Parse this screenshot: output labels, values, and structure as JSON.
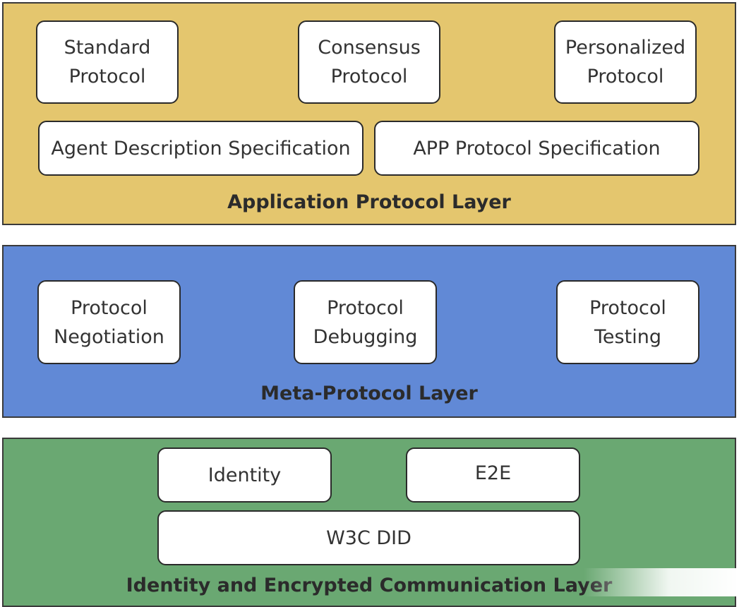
{
  "layers": {
    "application": {
      "label": "Application Protocol Layer",
      "boxes": {
        "standard": "Standard\nProtocol",
        "consensus": "Consensus\nProtocol",
        "personalized": "Personalized\nProtocol",
        "agent_desc": "Agent Description Specification",
        "app_spec": "APP Protocol  Specification"
      }
    },
    "meta": {
      "label": "Meta-Protocol Layer",
      "boxes": {
        "negotiation": "Protocol\nNegotiation",
        "debugging": "Protocol\nDebugging",
        "testing": "Protocol\nTesting"
      }
    },
    "identity": {
      "label": "Identity and Encrypted Communication Layer",
      "boxes": {
        "identity": "Identity",
        "e2e": "E2E",
        "w3c": "W3C DID"
      }
    }
  },
  "colors": {
    "application_layer": "#e4c66e",
    "meta_layer": "#6189d6",
    "identity_layer": "#6aa872"
  }
}
